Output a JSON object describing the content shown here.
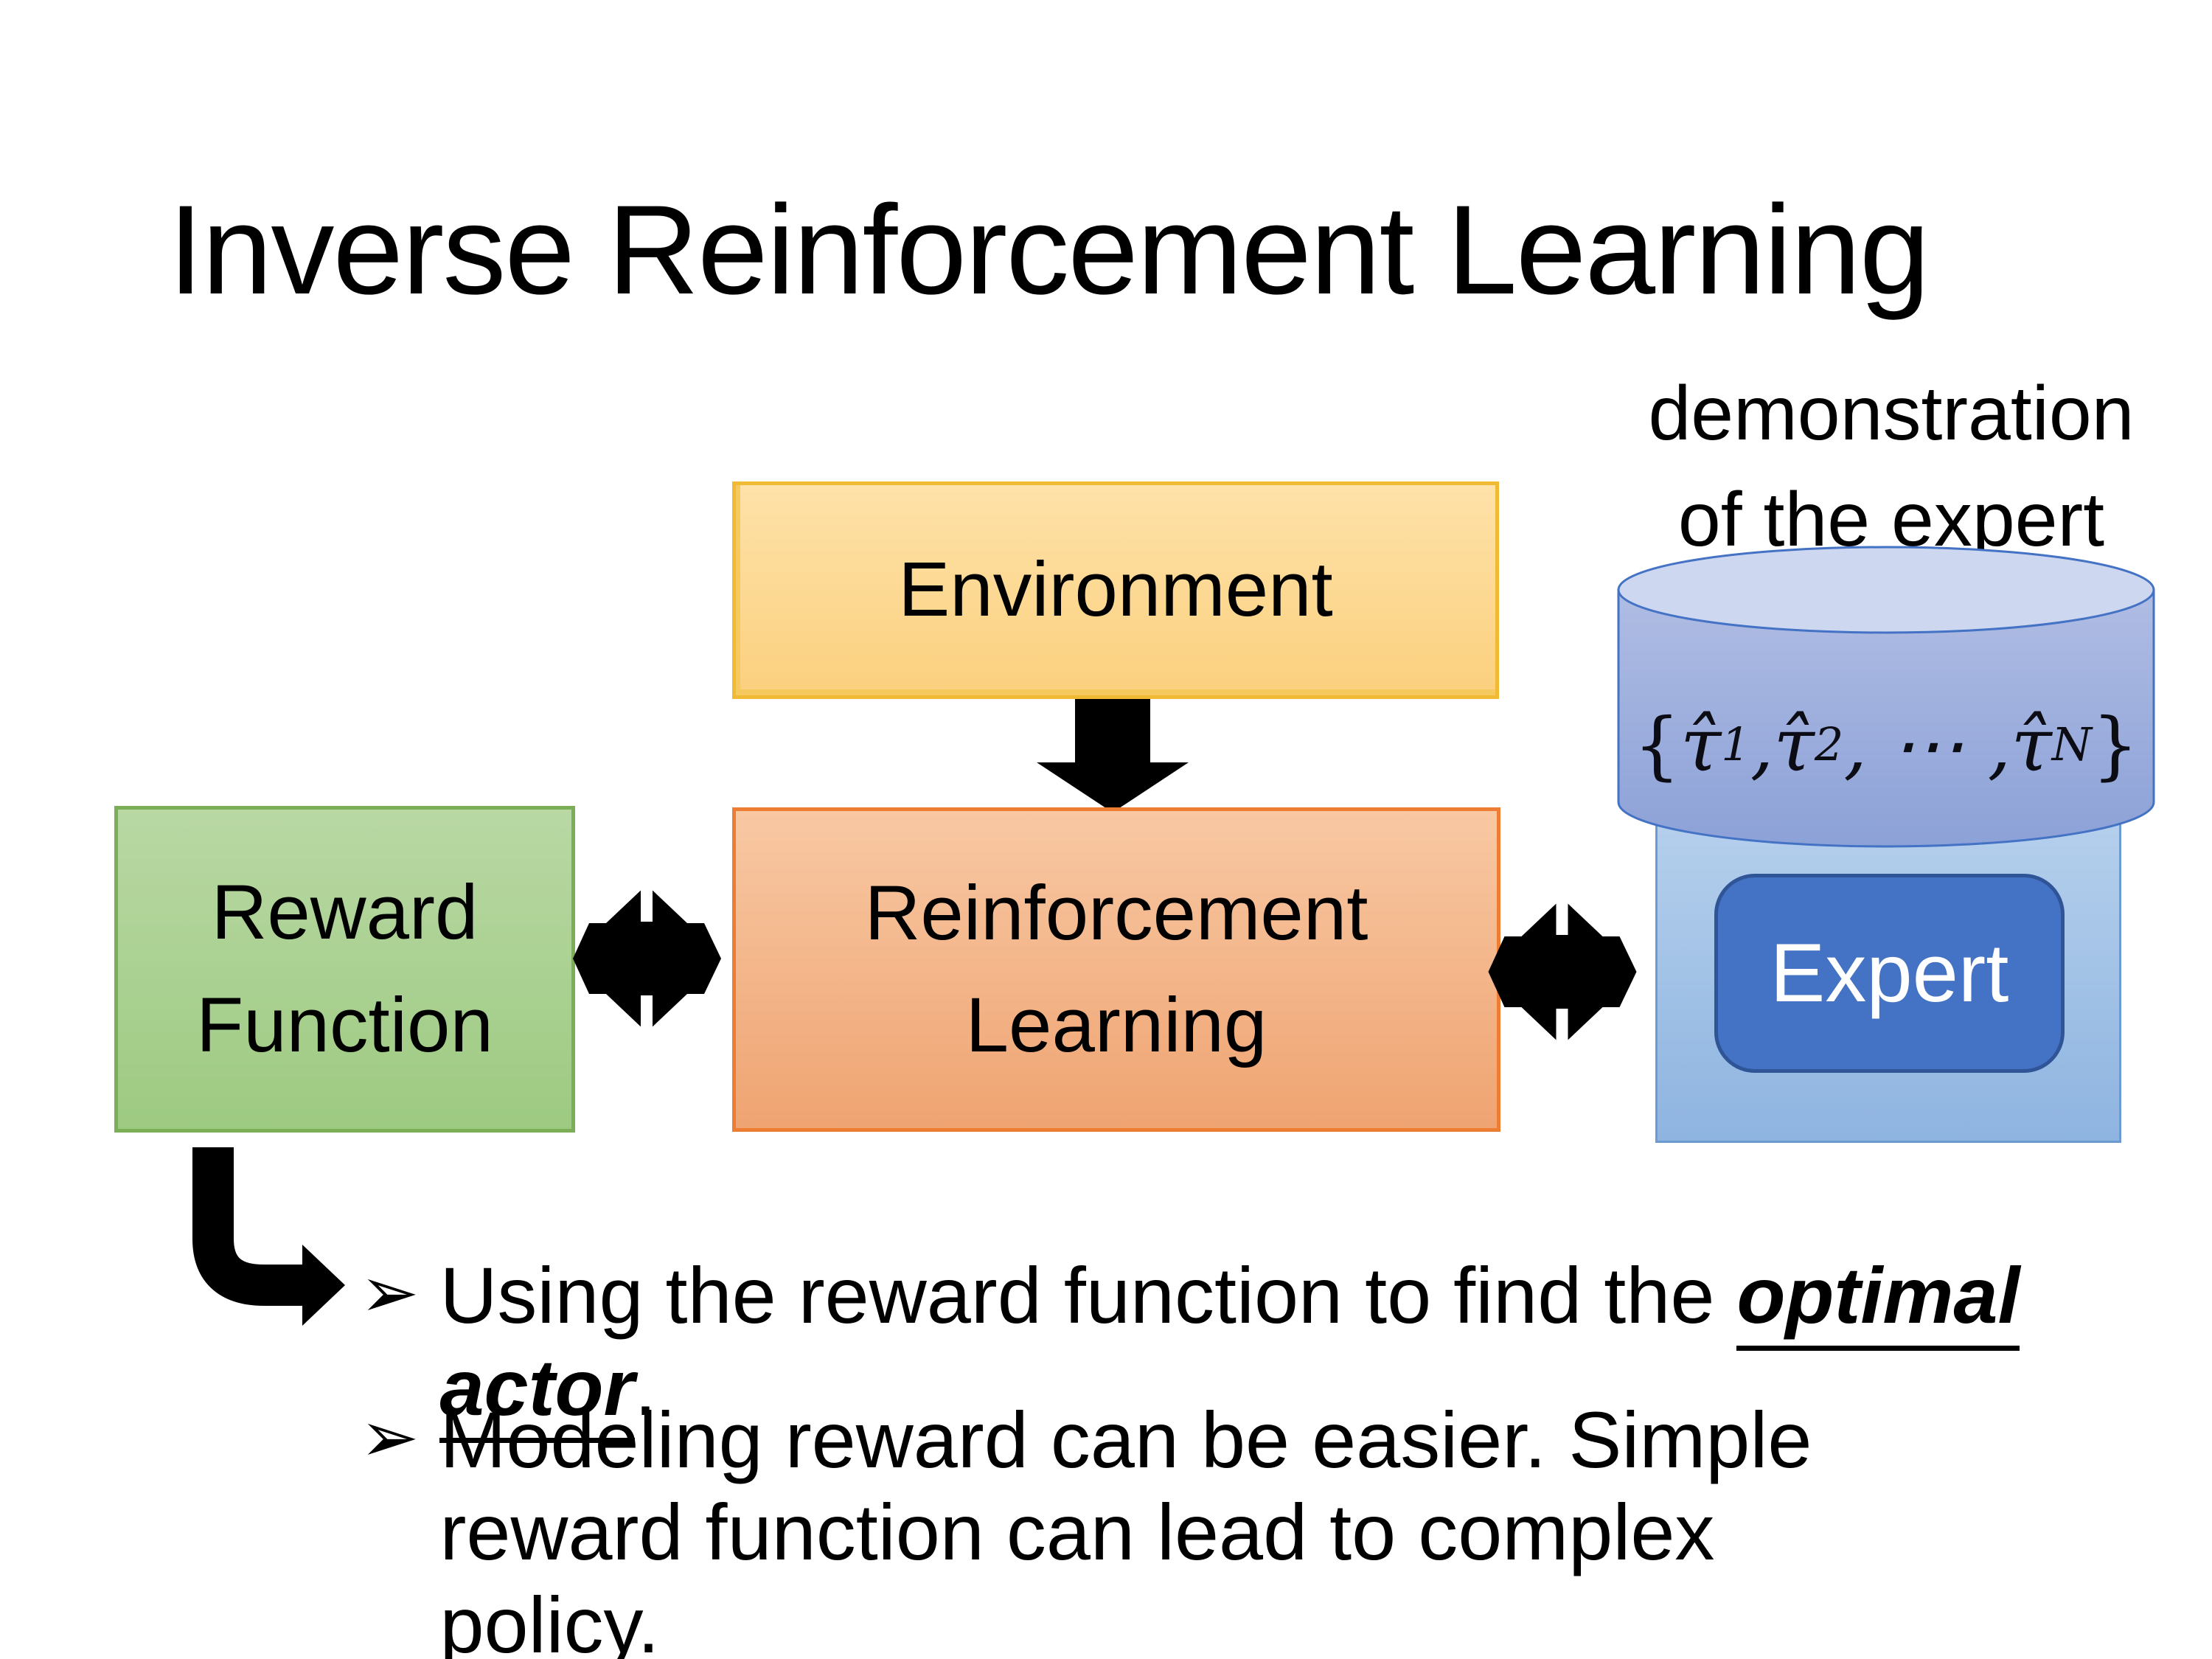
{
  "slide": {
    "title": "Inverse Reinforcement Learning",
    "demo_label_line1": "demonstration",
    "demo_label_line2": "of the expert"
  },
  "boxes": {
    "environment": {
      "label": "Environment"
    },
    "reward": {
      "label_line1": "Reward",
      "label_line2": "Function"
    },
    "rl": {
      "label_line1": "Reinforcement",
      "label_line2": "Learning"
    },
    "expert": {
      "label": "Expert"
    }
  },
  "cylinder": {
    "formula_open": "{",
    "formula_tau1": "τ̂",
    "formula_sub1": "1",
    "formula_sep1": ", ",
    "formula_tau2": "τ̂",
    "formula_sub2": "2",
    "formula_dots": ", ⋯ , ",
    "formula_tauN": "τ̂",
    "formula_subN": "N",
    "formula_close": "}"
  },
  "bullets": {
    "marker": "➢",
    "item1_prefix": "Using the reward function to find the ",
    "item1_highlight": "optimal actor",
    "item1_suffix": ".",
    "item2": "Modeling reward can be easier. Simple reward function can lead to complex policy."
  },
  "colors": {
    "environment_fill_top": "#FEE2A9",
    "environment_fill_bottom": "#FBD07E",
    "environment_border": "#F0BA34",
    "reward_fill_top": "#B9D8A4",
    "reward_fill_bottom": "#9DCA81",
    "reward_border": "#7BAE56",
    "rl_fill_top": "#F8C8A3",
    "rl_fill_bottom": "#EFA472",
    "rl_border": "#EC7D33",
    "expert_container_fill": "#A9C8E9",
    "expert_container_border": "#6B9BD2",
    "expert_fill": "#4472C4",
    "expert_border": "#2F5597",
    "cylinder_body_top": "#B0BDE4",
    "cylinder_body_bottom": "#8CA1D7",
    "cylinder_top_ellipse": "#CDD7F0",
    "cylinder_outline": "#4472C4",
    "arrow_black": "#000000",
    "text_black": "#000000"
  }
}
